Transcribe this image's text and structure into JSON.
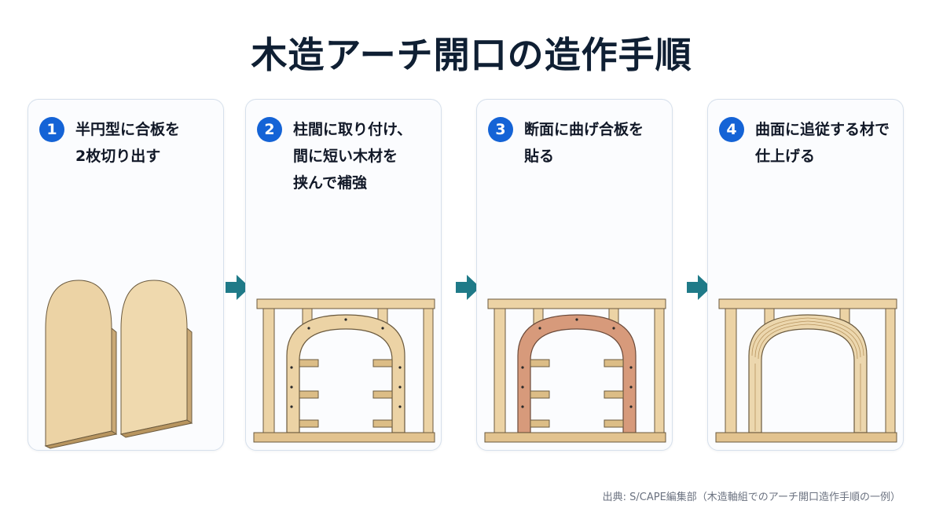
{
  "title": "木造アーチ開口の造作手順",
  "steps": [
    {
      "number": "1",
      "text": "半円型に合板を\n2枚切り出す"
    },
    {
      "number": "2",
      "text": "柱間に取り付け、\n間に短い木材を\n挟んで補強"
    },
    {
      "number": "3",
      "text": "断面に曲げ合板を\n貼る"
    },
    {
      "number": "4",
      "text": "曲面に追従する材で\n仕上げる"
    }
  ],
  "source": "出典: S/CAPE編集部（木造軸組でのアーチ開口造作手順の一例）",
  "colors": {
    "accent": "#1463d6",
    "arrow": "#1f7a88",
    "wood": "#ecd3a5",
    "wood_dark": "#d2b27c",
    "plywood_pink": "#d79a7b"
  }
}
